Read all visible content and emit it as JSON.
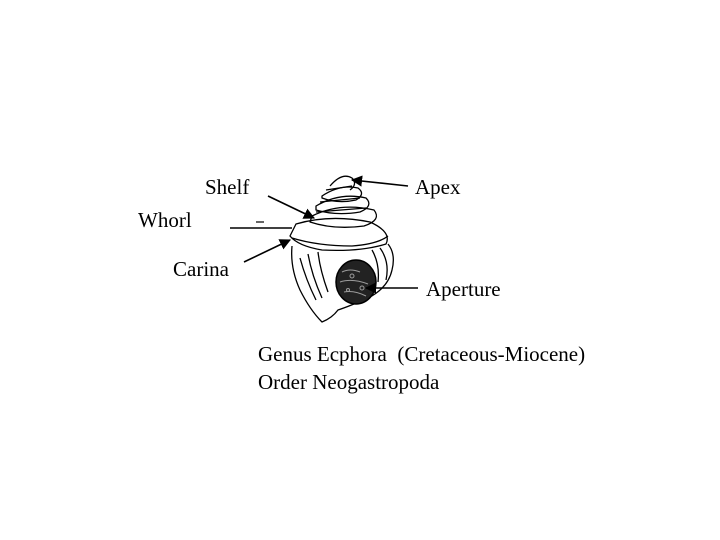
{
  "labels": {
    "shelf": "Shelf",
    "whorl": "Whorl",
    "carina": "Carina",
    "apex": "Apex",
    "aperture": "Aperture"
  },
  "caption": {
    "line1": "Genus Ecphora  (Cretaceous-Miocene)",
    "line2": "Order Neogastropoda"
  },
  "icons": {
    "shell": "ecphora-shell-illustration"
  },
  "colors": {
    "ink": "#000000",
    "background": "#ffffff"
  }
}
